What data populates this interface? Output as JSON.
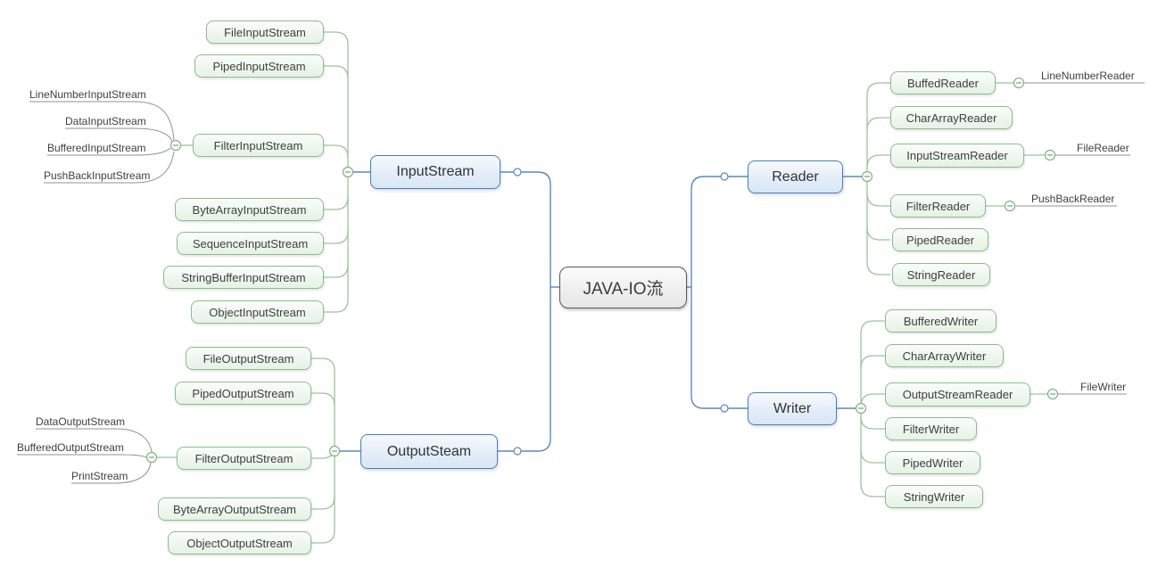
{
  "map": {
    "root": "JAVA-IO流",
    "input": {
      "label": "InputStream",
      "children": [
        "FileInputStream",
        "PipedInputStream",
        "FilterInputStream",
        "ByteArrayInputStream",
        "SequenceInputStream",
        "StringBufferInputStream",
        "ObjectInputStream"
      ],
      "filter_subs": [
        "LineNumberInputStream",
        "DataInputStream",
        "BufferedInputStream",
        "PushBackInputStream"
      ]
    },
    "output": {
      "label": "OutputSteam",
      "children": [
        "FileOutputStream",
        "PipedOutputStream",
        "FilterOutputStream",
        "ByteArrayOutputStream",
        "ObjectOutputStream"
      ],
      "filter_subs": [
        "DataOutputStream",
        "BufferedOutputStream",
        "PrintStream"
      ]
    },
    "reader": {
      "label": "Reader",
      "children": [
        "BuffedReader",
        "CharArrayReader",
        "InputStreamReader",
        "FilterReader",
        "PipedReader",
        "StringReader"
      ],
      "subs": {
        "buffed_reader": "LineNumberReader",
        "input_stream_reader": "FileReader",
        "filter_reader": "PushBackReader"
      }
    },
    "writer": {
      "label": "Writer",
      "children": [
        "BufferedWriter",
        "CharArrayWriter",
        "OutputStreamReader",
        "FilterWriter",
        "PipedWriter",
        "StringWriter"
      ],
      "subs": {
        "output_stream_reader": "FileWriter"
      }
    },
    "colors": {
      "primary_branch_blue": "#4a7ebb",
      "subtopic_green_border": "#8abd8a",
      "subtopic_line_green": "#9cc39c",
      "label_line_gray": "#929292",
      "root_border_gray": "#5a5a5a"
    }
  }
}
